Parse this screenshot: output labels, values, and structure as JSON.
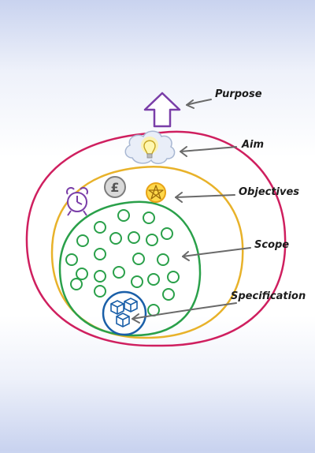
{
  "labels": {
    "purpose": "Purpose",
    "aim": "Aim",
    "objectives": "Objectives",
    "scope": "Scope",
    "specification": "Specification"
  },
  "icons": {
    "purpose": "up-arrow-icon",
    "aim": "lightbulb-cloud-icon",
    "time": "alarm-clock-icon",
    "money": "pound-coin-icon",
    "quality": "star-badge-icon",
    "specification": "cubes-icon",
    "currency_symbol": "£"
  },
  "colors": {
    "aim_ring": "#cf1f5f",
    "objectives_ring": "#e8b22a",
    "scope_ring": "#2aa04a",
    "specification_ring": "#1a5fa8",
    "arrow": "#6a6a6a",
    "purpose_arrow": "#7a3ea8"
  }
}
